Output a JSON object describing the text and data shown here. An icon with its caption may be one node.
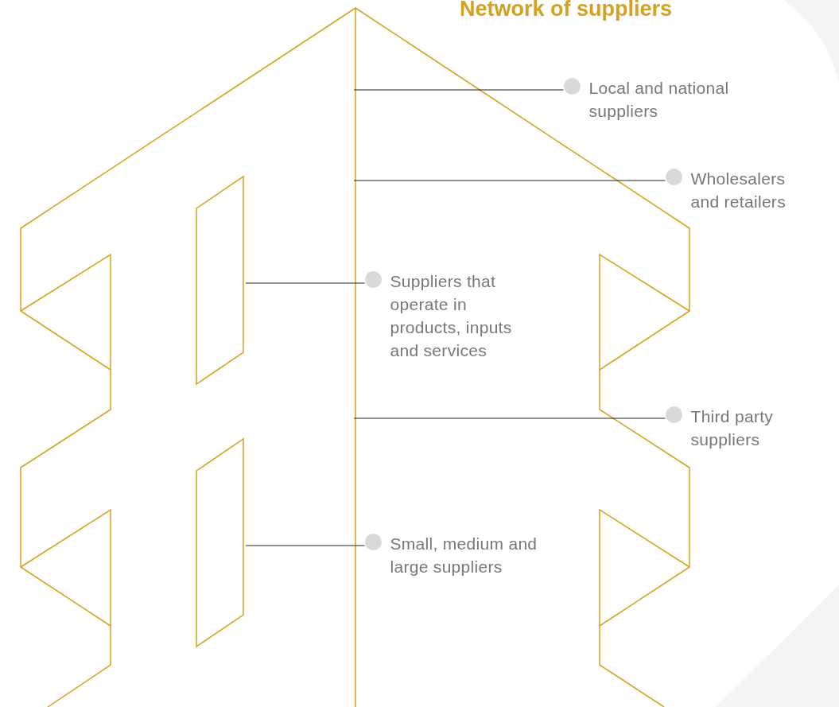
{
  "diagram": {
    "title": "Network of suppliers",
    "nodes": [
      {
        "text": [
          "Local and national suppliers"
        ]
      },
      {
        "text": [
          "Wholesalers and retailers"
        ]
      },
      {
        "text": [
          "Suppliers that operate in products, inputs and services"
        ]
      },
      {
        "text": [
          "Third party suppliers"
        ]
      },
      {
        "text": [
          "Small, medium and large suppliers"
        ]
      }
    ],
    "edges": [
      {
        "from": 0,
        "to": null,
        "arrow": "none"
      },
      {
        "from": 1,
        "to": null,
        "arrow": "none"
      },
      {
        "from": 2,
        "to": null,
        "arrow": "none"
      },
      {
        "from": 3,
        "to": null,
        "arrow": "none"
      },
      {
        "from": 4,
        "to": null,
        "arrow": "none"
      }
    ]
  }
}
